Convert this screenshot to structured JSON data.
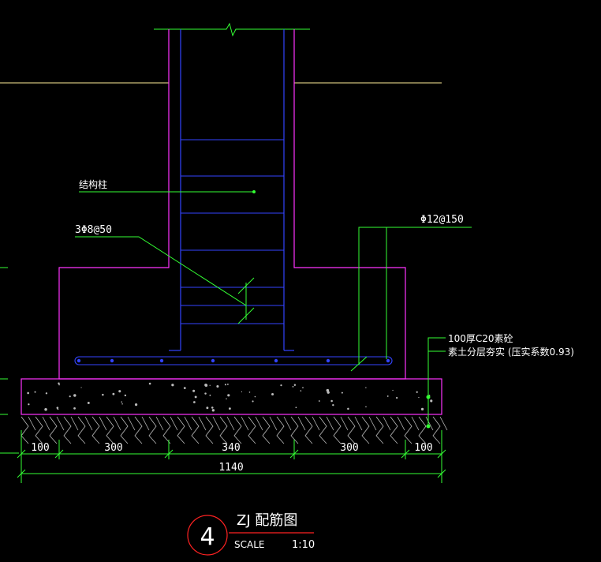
{
  "labels": {
    "column": "结构柱",
    "stirrup": "3Φ8@50",
    "rebar": "Φ12@150",
    "layer_concrete": "100厚C20素砼",
    "layer_soil": "素土分层夯实 (压实系数0.93)"
  },
  "dimensions": {
    "segments": [
      "100",
      "300",
      "340",
      "300",
      "100"
    ],
    "total": "1140"
  },
  "title_block": {
    "number": "4",
    "name": "ZJ 配筋图",
    "scale_label": "SCALE",
    "scale_value": "1:10"
  },
  "colors": {
    "outline": "#ff33ff",
    "rebar": "#3344ff",
    "leader": "#33ff33",
    "ground": "#ffee99",
    "text": "#ffffff",
    "dim": "#33ff33",
    "hatch": "#cccccc",
    "circle": "#ff2222"
  }
}
